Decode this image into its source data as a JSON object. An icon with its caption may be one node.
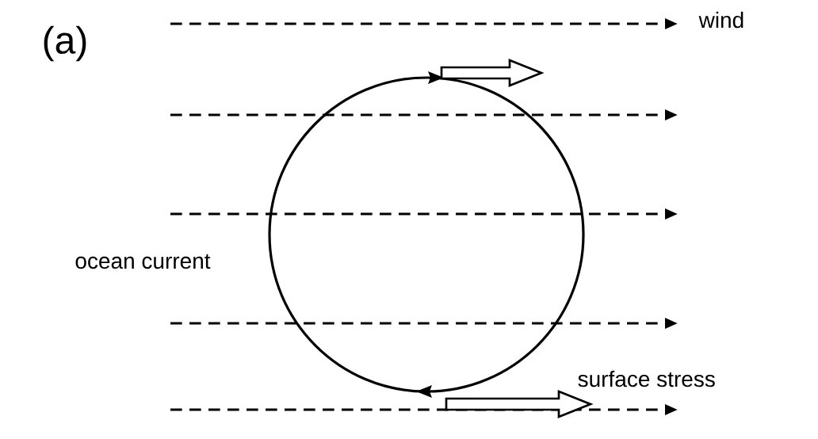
{
  "diagram": {
    "labels": [
      "(a)",
      "wind",
      "ocean current",
      "surface stress"
    ]
  }
}
